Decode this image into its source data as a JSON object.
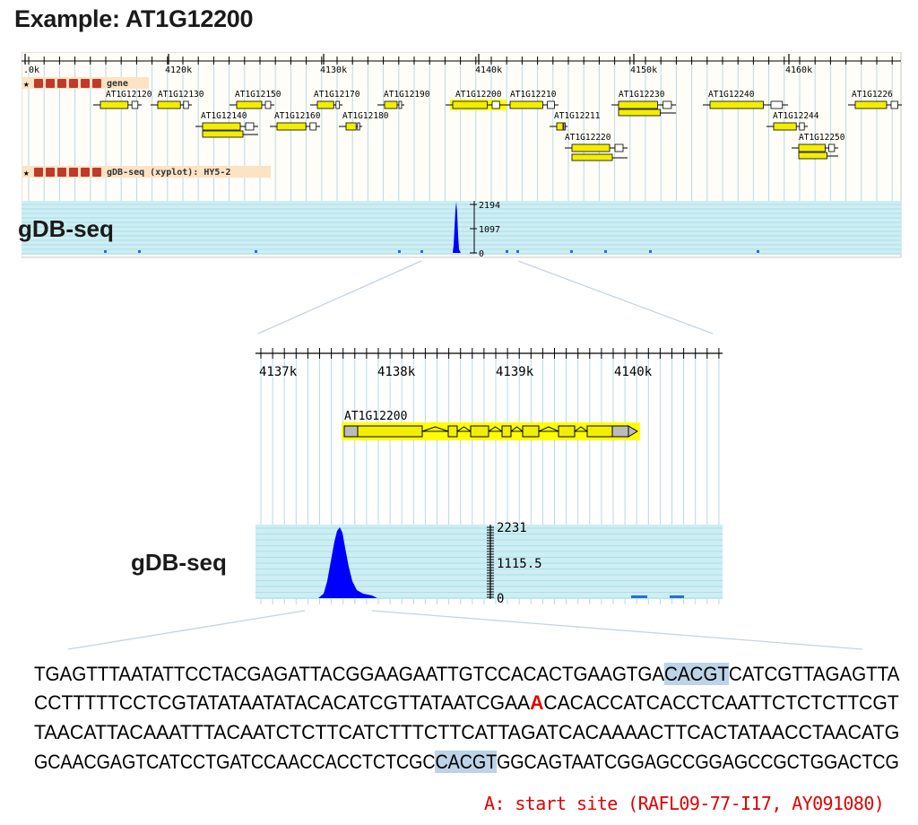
{
  "title": "Example: AT1G12200",
  "top_browser": {
    "ruler_ticks": [
      ".0k",
      "4120k",
      "4130k",
      "4140k",
      "4150k",
      "4160k"
    ],
    "gene_track_label": "gene",
    "xyplot_track_label": "gDB-seq (xyplot): HY5-2",
    "genes": [
      {
        "name": "AT1G12120",
        "highlight": false
      },
      {
        "name": "AT1G12130",
        "highlight": false
      },
      {
        "name": "AT1G12150",
        "highlight": false
      },
      {
        "name": "AT1G12170",
        "highlight": false
      },
      {
        "name": "AT1G12190",
        "highlight": false
      },
      {
        "name": "AT1G12200",
        "highlight": true
      },
      {
        "name": "AT1G12210",
        "highlight": false
      },
      {
        "name": "AT1G12230",
        "highlight": false
      },
      {
        "name": "AT1G12240",
        "highlight": false
      },
      {
        "name": "AT1G1226",
        "highlight": false
      },
      {
        "name": "AT1G12140",
        "highlight": false
      },
      {
        "name": "AT1G12160",
        "highlight": false
      },
      {
        "name": "AT1G12180",
        "highlight": false
      },
      {
        "name": "AT1G12211",
        "highlight": false
      },
      {
        "name": "AT1G12244",
        "highlight": false
      },
      {
        "name": "AT1G12220",
        "highlight": false
      },
      {
        "name": "AT1G12250",
        "highlight": false
      }
    ],
    "plot_label": "gDB-seq",
    "y_ticks": [
      "2194",
      "1097",
      "0"
    ]
  },
  "zoom_browser": {
    "ruler_ticks": [
      "4137k",
      "4138k",
      "4139k",
      "4140k"
    ],
    "gene": "AT1G12200",
    "plot_label": "gDB-seq",
    "y_ticks": [
      "2231",
      "1115.5",
      "0"
    ]
  },
  "sequence": {
    "lines": [
      [
        {
          "t": "TGAGTTTAATATTCCTACGAGATTACGGAAGAATTGTCCACACTGAAGTGA"
        },
        {
          "t": "CACGT",
          "style": "hl"
        },
        {
          "t": "CATCGTTAGAGTTA"
        }
      ],
      [
        {
          "t": "CCTTTTTCCTCGTATATAATATACACATCGTTATAATCGAA"
        },
        {
          "t": "A",
          "style": "red"
        },
        {
          "t": "CACACCATCACCTCAATTCTCTCTTCGT"
        }
      ],
      [
        {
          "t": "TAACATTACAAATTTACAATCTCTTCATCTTTCTTCATTAGATCACAAAACTTCACTATAACCTAACATG"
        }
      ],
      [
        {
          "t": "GCAACGAGTCATCCTGATCCAACCACCTCTCGC"
        },
        {
          "t": "CACGT",
          "style": "hl"
        },
        {
          "t": "GGCAGTAATCGGAGCCGGAGCCGCTGGACTCG"
        }
      ]
    ],
    "caption": "A: start site (RAFL09-77-I17, AY091080)"
  },
  "colors": {
    "gene_fill": "#f2ee00",
    "highlight": "#ffff00",
    "plot_bg": "#cdeef3",
    "plot_bar": "#0000ff",
    "track_header_bg": "#fce3c4",
    "seq_highlight": "#bcd3e8",
    "start_site": "#e00000"
  }
}
